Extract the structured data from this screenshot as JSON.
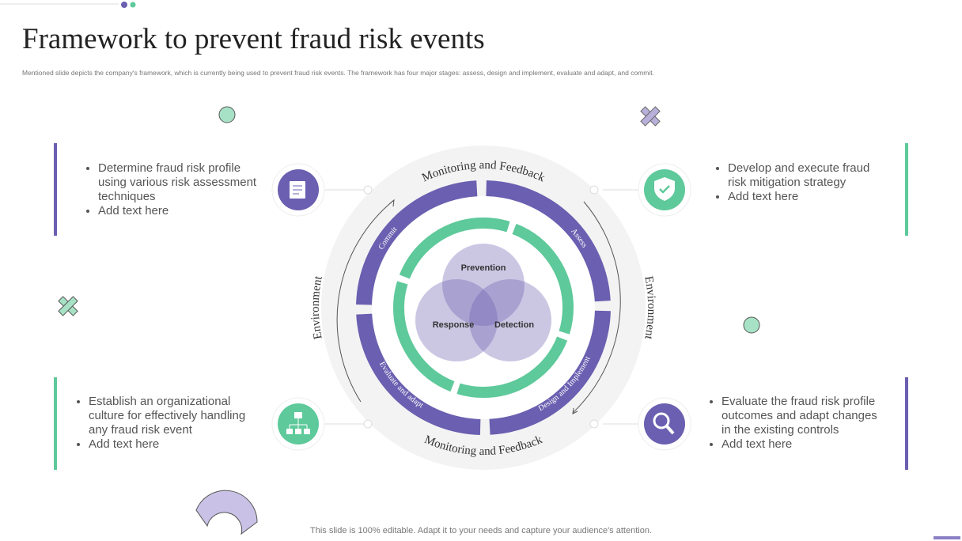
{
  "title": "Framework to prevent fraud risk events",
  "subtitle": "Mentioned slide depicts the company's framework, which is currently being used to prevent fraud risk events. The framework has four major stages: assess, design and implement,  evaluate and adapt, and commit.",
  "boxes": [
    {
      "items": [
        "Determine fraud risk profile using various risk assessment techniques",
        "Add text here"
      ],
      "icon": "document-icon"
    },
    {
      "items": [
        "Develop and execute fraud risk mitigation strategy",
        "Add text here"
      ],
      "icon": "shield-check-icon"
    },
    {
      "items": [
        "Establish an organizational culture for effectively handling any fraud risk event",
        "Add text here"
      ],
      "icon": "org-chart-icon"
    },
    {
      "items": [
        "Evaluate the fraud risk profile outcomes and adapt changes in the existing controls",
        "Add text here"
      ],
      "icon": "magnifier-user-icon"
    }
  ],
  "diagram": {
    "top": "Monitoring and Feedback",
    "bottom": "Monitoring and Feedback",
    "left": "Environment",
    "right": "Environment",
    "stages": [
      "Commit",
      "Assess",
      "Design and Implement",
      "Evaluate and adapt"
    ],
    "venn": [
      "Prevention",
      "Response",
      "Detection"
    ]
  },
  "footer": "This slide is 100% editable. Adapt it to your needs and capture your audience's attention.",
  "colors": {
    "purple": "#6a5fb0",
    "green": "#5ec99a",
    "venn": "#b9b0d9"
  }
}
